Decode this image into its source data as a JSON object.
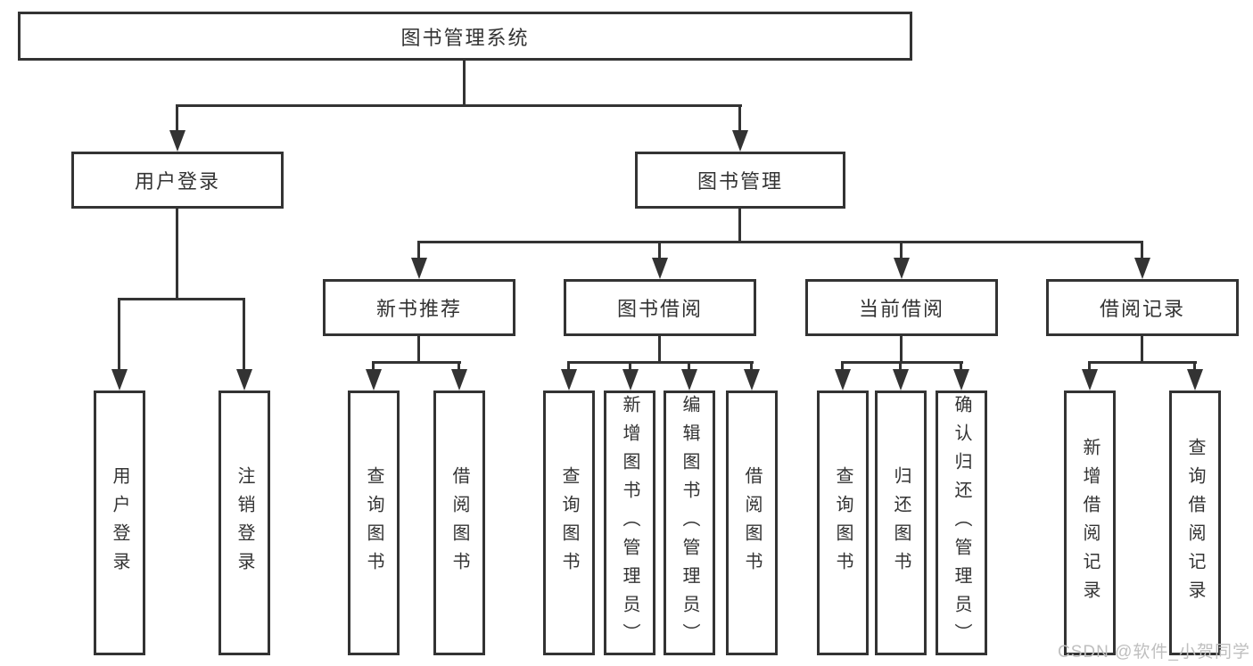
{
  "tree": {
    "root": {
      "label": "图书管理系统"
    },
    "level1": [
      {
        "label": "用户登录"
      },
      {
        "label": "图书管理"
      }
    ],
    "level2": [
      {
        "label": "新书推荐",
        "parent": "图书管理"
      },
      {
        "label": "图书借阅",
        "parent": "图书管理"
      },
      {
        "label": "当前借阅",
        "parent": "图书管理"
      },
      {
        "label": "借阅记录",
        "parent": "图书管理"
      }
    ],
    "leaves": [
      {
        "label": "用户登录",
        "parent": "用户登录"
      },
      {
        "label": "注销登录",
        "parent": "用户登录"
      },
      {
        "label": "查询图书",
        "parent": "新书推荐"
      },
      {
        "label": "借阅图书",
        "parent": "新书推荐"
      },
      {
        "label": "查询图书",
        "parent": "图书借阅"
      },
      {
        "label": "新增图书（管理员）",
        "parent": "图书借阅"
      },
      {
        "label": "编辑图书（管理员）",
        "parent": "图书借阅"
      },
      {
        "label": "借阅图书",
        "parent": "图书借阅"
      },
      {
        "label": "查询图书",
        "parent": "当前借阅"
      },
      {
        "label": "归还图书",
        "parent": "当前借阅"
      },
      {
        "label": "确认归还（管理员）",
        "parent": "当前借阅"
      },
      {
        "label": "新增借阅记录",
        "parent": "借阅记录"
      },
      {
        "label": "查询借阅记录",
        "parent": "借阅记录"
      }
    ]
  },
  "watermark": "CSDN @软件_小贺同学",
  "colors": {
    "line": "#333333",
    "text": "#333333",
    "background": "#ffffff",
    "watermark": "#bfbfbf"
  }
}
